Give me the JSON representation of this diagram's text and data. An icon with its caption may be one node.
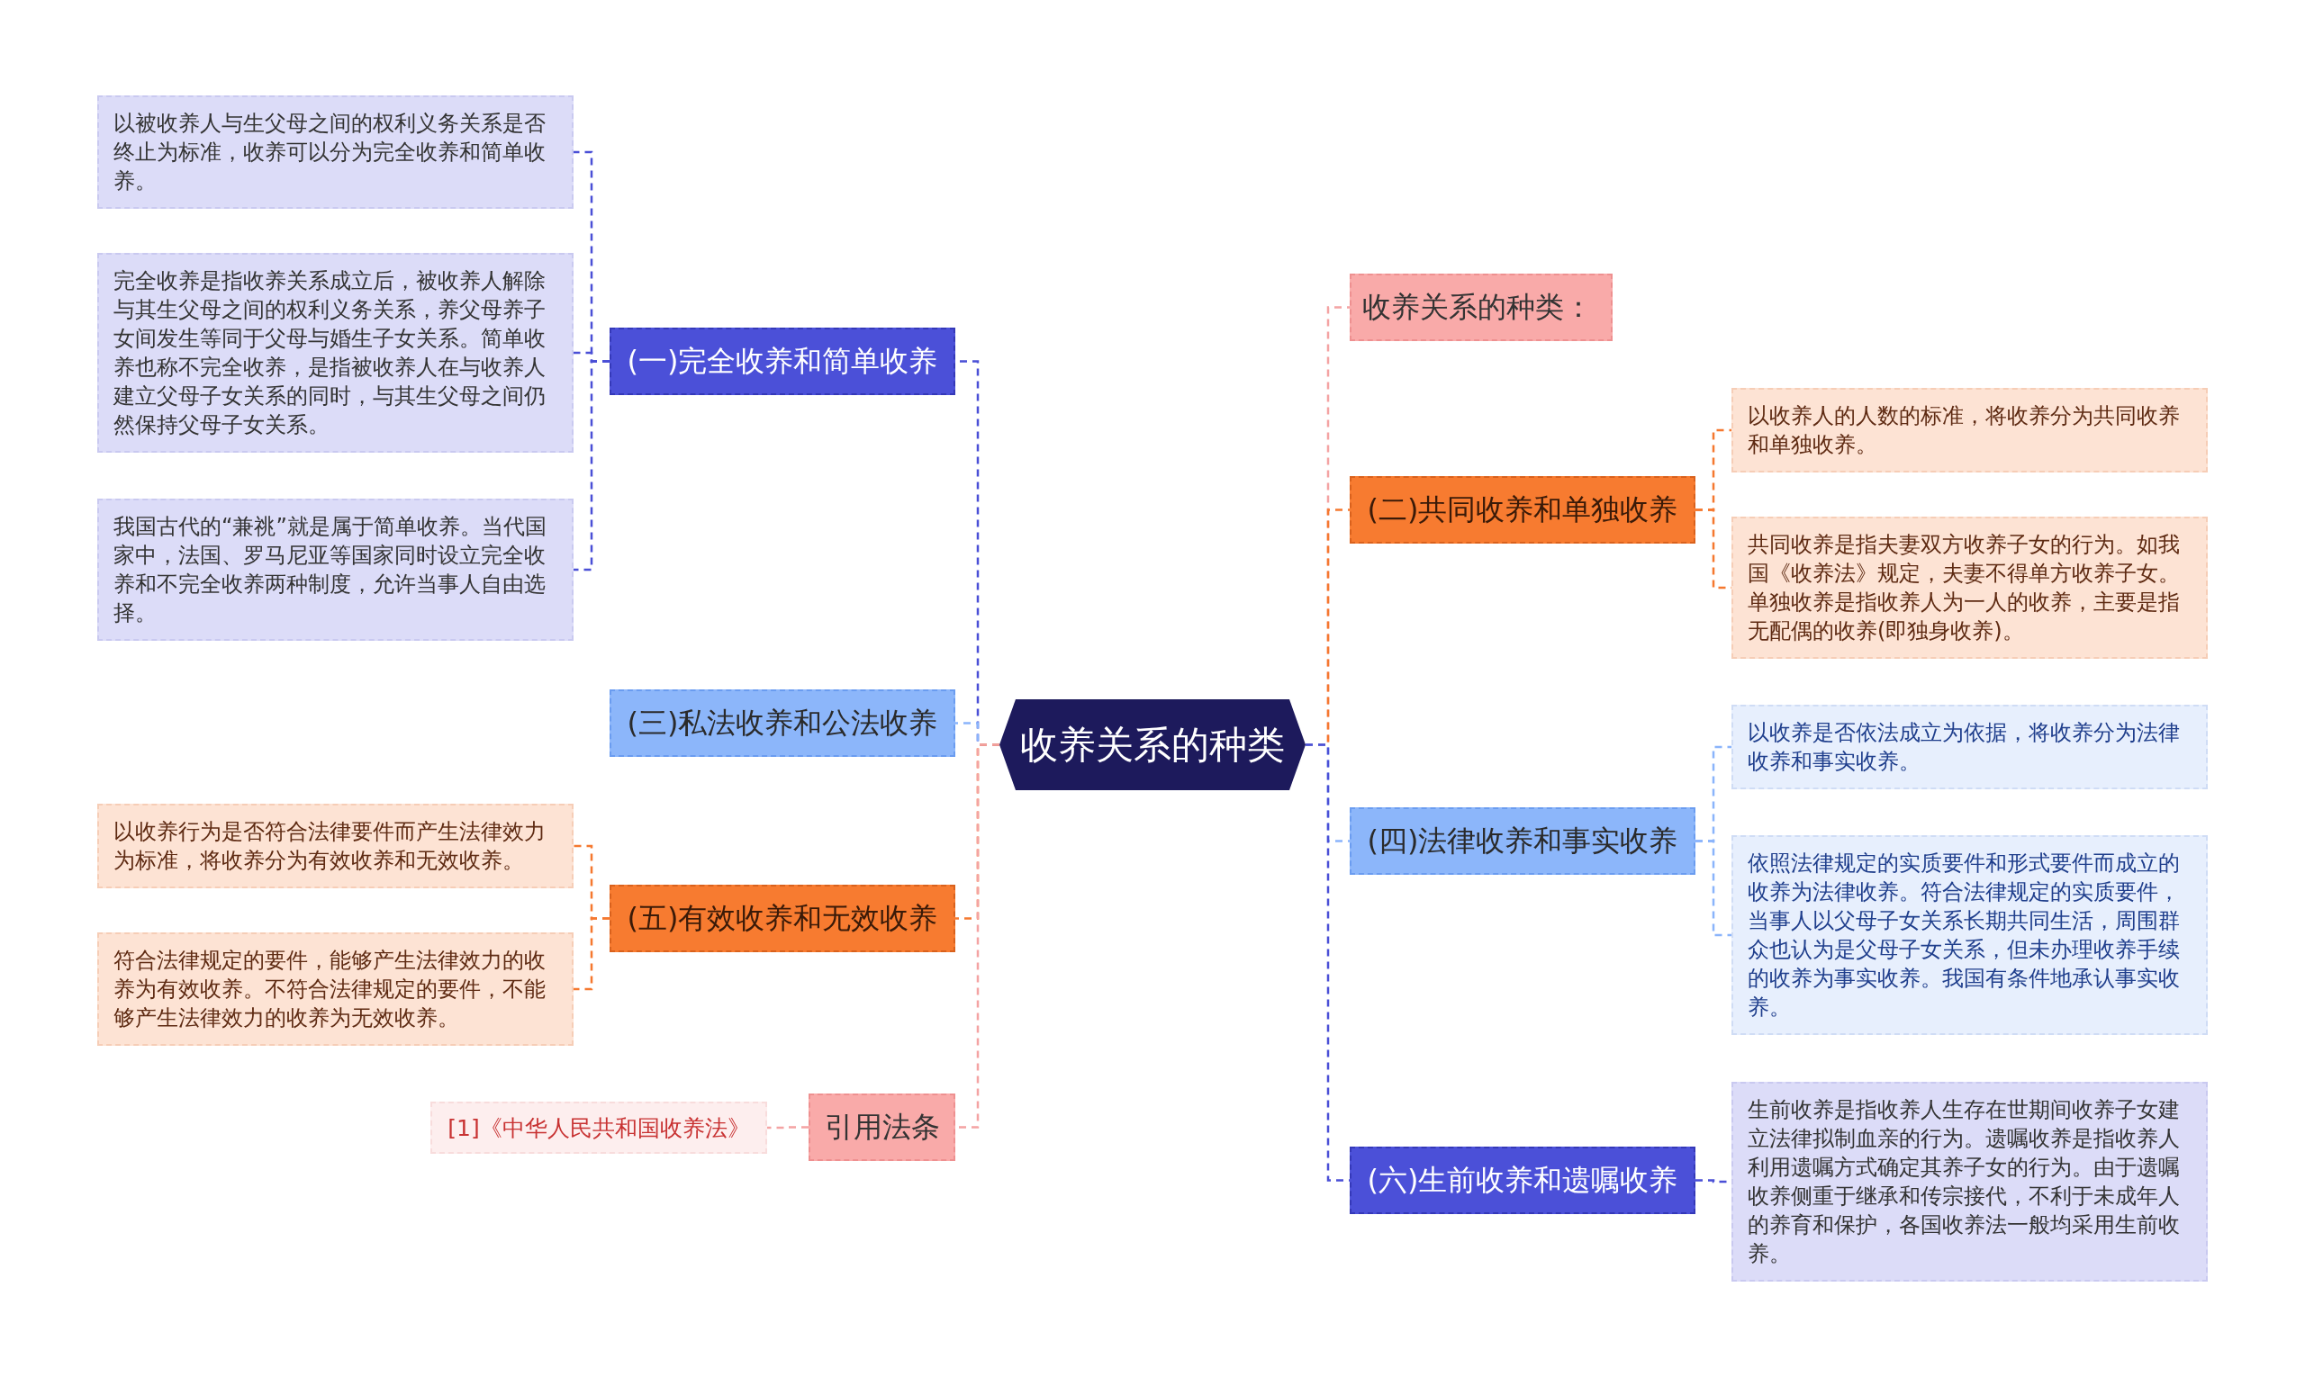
{
  "diagram": {
    "nodes": [
      {
        "text": [
          "收养关系的种类"
        ]
      },
      {
        "text": [
          "(一)完全收养和简单收养"
        ]
      },
      {
        "text": [
          "以被收养人与生父母之间的权利义务关系是否终止为标准，收养可以分为完全收养和简单收养。"
        ]
      },
      {
        "text": [
          "完全收养是指收养关系成立后，被收养人解除与其生父母之间的权利义务关系，养父母养子女间发生等同于父母与婚生子女关系。简单收养也称不完全收养，是指被收养人在与收养人建立父母子女关系的同时，与其生父母之间仍然保持父母子女关系。"
        ]
      },
      {
        "text": [
          "我国古代的“兼祧”就是属于简单收养。当代国家中，法国、罗马尼亚等国家同时设立完全收养和不完全收养两种制度，允许当事人自由选择。"
        ]
      },
      {
        "text": [
          "(三)私法收养和公法收养"
        ]
      },
      {
        "text": [
          "(五)有效收养和无效收养"
        ]
      },
      {
        "text": [
          "以收养行为是否符合法律要件而产生法律效力为标准，将收养分为有效收养和无效收养。"
        ]
      },
      {
        "text": [
          "符合法律规定的要件，能够产生法律效力的收养为有效收养。不符合法律规定的要件，不能够产生法律效力的收养为无效收养。"
        ]
      },
      {
        "text": [
          "引用法条"
        ]
      },
      {
        "text": [
          "[1]《中华人民共和国收养法》"
        ]
      },
      {
        "text": [
          "收养关系的种类："
        ]
      },
      {
        "text": [
          "(二)共同收养和单独收养"
        ]
      },
      {
        "text": [
          "以收养人的人数的标准，将收养分为共同收养和单独收养。"
        ]
      },
      {
        "text": [
          "共同收养是指夫妻双方收养子女的行为。如我国《收养法》规定，夫妻不得单方收养子女。单独收养是指收养人为一人的收养，主要是指无配偶的收养(即独身收养)。"
        ]
      },
      {
        "text": [
          "(四)法律收养和事实收养"
        ]
      },
      {
        "text": [
          "以收养是否依法成立为依据，将收养分为法律收养和事实收养。"
        ]
      },
      {
        "text": [
          "依照法律规定的实质要件和形式要件而成立的收养为法律收养。符合法律规定的实质要件，当事人以父母子女关系长期共同生活，周围群众也认为是父母子女关系，但未办理收养手续的收养为事实收养。我国有条件地承认事实收养。"
        ]
      },
      {
        "text": [
          "(六)生前收养和遗嘱收养"
        ]
      },
      {
        "text": [
          "生前收养是指收养人生存在世期间收养子女建立法律拟制血亲的行为。遗嘱收养是指收养人利用遗嘱方式确定其养子女的行为。由于遗嘱收养侧重于继承和传宗接代，不利于未成年人的养育和保护，各国收养法一般均采用生前收养。"
        ]
      }
    ],
    "edges": [
      {
        "from": 0,
        "to": 1,
        "arrow": "none",
        "style": "dashed",
        "color": "#4a4fd6"
      },
      {
        "from": 1,
        "to": 2,
        "arrow": "none",
        "style": "dashed",
        "color": "#4a4fd6"
      },
      {
        "from": 1,
        "to": 3,
        "arrow": "none",
        "style": "dashed",
        "color": "#4a4fd6"
      },
      {
        "from": 1,
        "to": 4,
        "arrow": "none",
        "style": "dashed",
        "color": "#4a4fd6"
      },
      {
        "from": 0,
        "to": 5,
        "arrow": "none",
        "style": "dashed",
        "color": "#8ab4fb"
      },
      {
        "from": 0,
        "to": 6,
        "arrow": "none",
        "style": "dashed",
        "color": "#f5782f"
      },
      {
        "from": 6,
        "to": 7,
        "arrow": "none",
        "style": "dashed",
        "color": "#f5782f"
      },
      {
        "from": 6,
        "to": 8,
        "arrow": "none",
        "style": "dashed",
        "color": "#f5782f"
      },
      {
        "from": 0,
        "to": 9,
        "arrow": "none",
        "style": "dashed",
        "color": "#f4a3a3"
      },
      {
        "from": 9,
        "to": 10,
        "arrow": "none",
        "style": "dashed",
        "color": "#f4a3a3"
      },
      {
        "from": 0,
        "to": 11,
        "arrow": "none",
        "style": "dashed",
        "color": "#f4a3a3"
      },
      {
        "from": 0,
        "to": 12,
        "arrow": "none",
        "style": "dashed",
        "color": "#f5782f"
      },
      {
        "from": 12,
        "to": 13,
        "arrow": "none",
        "style": "dashed",
        "color": "#f5782f"
      },
      {
        "from": 12,
        "to": 14,
        "arrow": "none",
        "style": "dashed",
        "color": "#f5782f"
      },
      {
        "from": 0,
        "to": 15,
        "arrow": "none",
        "style": "dashed",
        "color": "#8ab4fb"
      },
      {
        "from": 15,
        "to": 16,
        "arrow": "none",
        "style": "dashed",
        "color": "#8ab4fb"
      },
      {
        "from": 15,
        "to": 17,
        "arrow": "none",
        "style": "dashed",
        "color": "#8ab4fb"
      },
      {
        "from": 0,
        "to": 18,
        "arrow": "none",
        "style": "dashed",
        "color": "#4a4fd6"
      },
      {
        "from": 18,
        "to": 19,
        "arrow": "none",
        "style": "dashed",
        "color": "#4a4fd6"
      }
    ]
  }
}
